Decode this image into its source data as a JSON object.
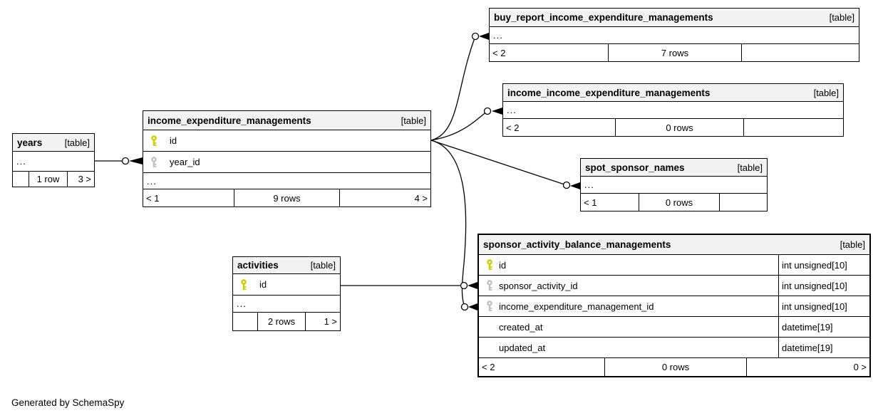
{
  "note": "Generated by SchemaSpy",
  "colors": {
    "pk_key": "#cccc00",
    "fk_key": "#c0c0c0",
    "header_bg": "#f2f2f2",
    "line": "#000000"
  },
  "tables": {
    "years": {
      "name": "years",
      "tag": "[table]",
      "ellipsis": "...",
      "footer": {
        "left": "",
        "center": "1 row",
        "right": "3 >"
      }
    },
    "iem": {
      "name": "income_expenditure_managements",
      "tag": "[table]",
      "ellipsis": "...",
      "columns": [
        {
          "name": "id",
          "key": "primary"
        },
        {
          "name": "year_id",
          "key": "foreign"
        }
      ],
      "footer": {
        "left": "< 1",
        "center": "9 rows",
        "right": "4 >"
      }
    },
    "buy_report": {
      "name": "buy_report_income_expenditure_managements",
      "tag": "[table]",
      "ellipsis": "...",
      "footer": {
        "left": "< 2",
        "center": "7 rows",
        "right": ""
      }
    },
    "income_income": {
      "name": "income_income_expenditure_managements",
      "tag": "[table]",
      "ellipsis": "...",
      "footer": {
        "left": "< 2",
        "center": "0 rows",
        "right": ""
      }
    },
    "spot_sponsor_names": {
      "name": "spot_sponsor_names",
      "tag": "[table]",
      "ellipsis": "...",
      "footer": {
        "left": "< 1",
        "center": "0 rows",
        "right": ""
      }
    },
    "activities": {
      "name": "activities",
      "tag": "[table]",
      "ellipsis": "...",
      "columns": [
        {
          "name": "id",
          "key": "primary"
        }
      ],
      "footer": {
        "left": "",
        "center": "2 rows",
        "right": "1 >"
      }
    },
    "sabm": {
      "name": "sponsor_activity_balance_managements",
      "tag": "[table]",
      "columns": [
        {
          "name": "id",
          "key": "primary",
          "type": "int unsigned[10]"
        },
        {
          "name": "sponsor_activity_id",
          "key": "foreign",
          "type": "int unsigned[10]"
        },
        {
          "name": "income_expenditure_management_id",
          "key": "foreign",
          "type": "int unsigned[10]"
        },
        {
          "name": "created_at",
          "key": "",
          "type": "datetime[19]"
        },
        {
          "name": "updated_at",
          "key": "",
          "type": "datetime[19]"
        }
      ],
      "footer": {
        "left": "< 2",
        "center": "0 rows",
        "right": "0 >"
      }
    }
  }
}
